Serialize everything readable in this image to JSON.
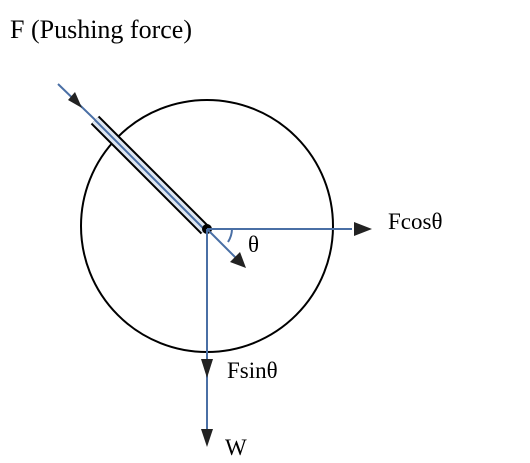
{
  "title": "F (Pushing force)",
  "labels": {
    "fcos": "Fcosθ",
    "fsin": "Fsinθ",
    "weight": "W",
    "theta": "θ"
  },
  "colors": {
    "force_line": "#4a6fa5",
    "handle_fill": "#dfe7f2",
    "outline": "#000000",
    "arrowhead": "#222222"
  }
}
